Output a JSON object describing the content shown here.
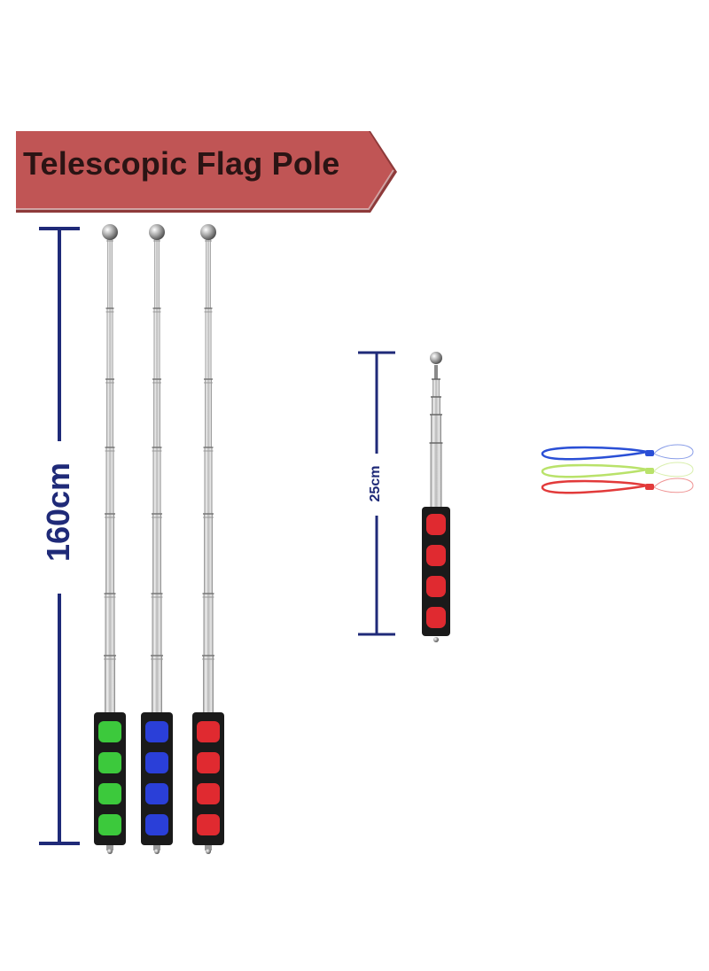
{
  "banner": {
    "title": "Telescopic Flag Pole",
    "color": "#c05555",
    "shadow": "#8e3a3a"
  },
  "dimensions": {
    "full_label": "160cm",
    "collapsed_label": "25cm",
    "color": "#1f2a78"
  },
  "poles": [
    {
      "name": "pole-green-grip",
      "grip_color": "#3cc93c"
    },
    {
      "name": "pole-blue-grip",
      "grip_color": "#2a3fd8"
    },
    {
      "name": "pole-red-grip",
      "grip_color": "#e02a30"
    }
  ],
  "collapsed_pole": {
    "grip_color": "#e02a30"
  },
  "wrist_straps": [
    "#2a4fd6",
    "#b9e26a",
    "#e23a3a"
  ]
}
